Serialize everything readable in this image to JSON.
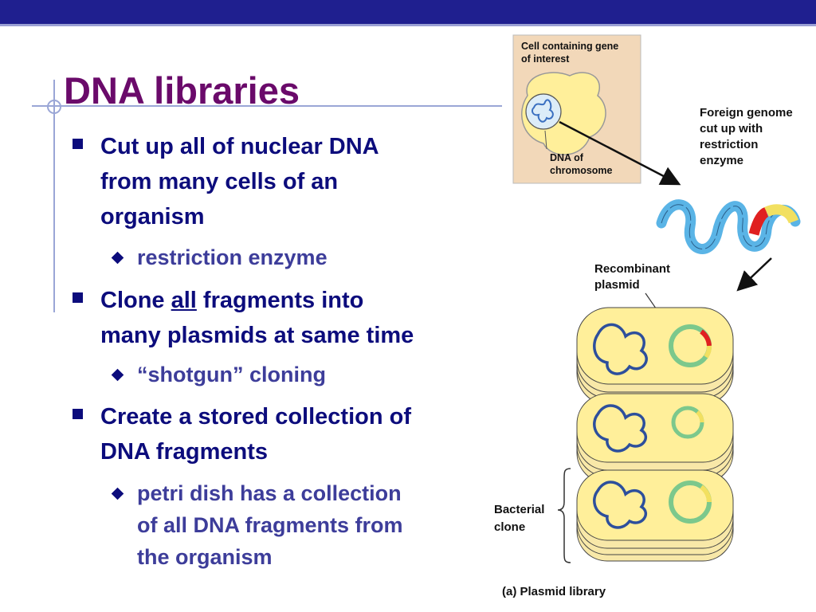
{
  "slide": {
    "title": "DNA libraries",
    "bullets": [
      {
        "lines": [
          "Cut up all of nuclear DNA",
          "from many cells of an",
          "organism"
        ],
        "subs": [
          {
            "lines": [
              "restriction enzyme"
            ]
          }
        ]
      },
      {
        "lead": "Clone ",
        "emph": "all",
        "tail": " fragments into",
        "line2": "many plasmids at same time",
        "subs": [
          {
            "lines": [
              "“shotgun” cloning"
            ]
          }
        ]
      },
      {
        "lines": [
          "Create a stored collection of",
          "DNA fragments"
        ],
        "subs": [
          {
            "lines": [
              "petri dish has a collection",
              "of all DNA fragments from",
              "the organism"
            ]
          }
        ]
      }
    ]
  },
  "figure": {
    "cell_label": [
      "Cell containing gene",
      "of interest"
    ],
    "chromosome_label": [
      "DNA of",
      "chromosome"
    ],
    "genome_label": [
      "Foreign genome",
      "cut up with",
      "restriction",
      "enzyme"
    ],
    "recombinant_label": [
      "Recombinant",
      "plasmid"
    ],
    "clone_label": [
      "Bacterial",
      "clone"
    ],
    "caption": "(a) Plasmid library"
  },
  "colors": {
    "bar": "#1f1f8f",
    "title": "#6a0a6a",
    "text": "#0c0c7c",
    "subtext": "#3d3d9a",
    "dna": "#5ab4e6",
    "plasmid": "#7cc88c",
    "cell": "#ffef9a",
    "insert_red": "#e02020",
    "insert_yellow": "#f2e060"
  }
}
